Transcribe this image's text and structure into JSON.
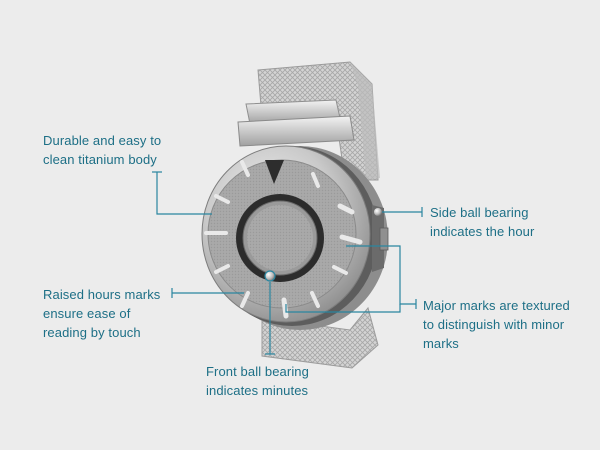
{
  "colors": {
    "background": "#ececec",
    "label_text": "#1d6f86",
    "leader_line": "#2a86a0",
    "metal_light": "#e6e6e6",
    "metal_mid": "#b9b9b9",
    "metal_dark": "#7a7a7a"
  },
  "annotations": [
    {
      "id": "body",
      "text": "Durable and easy to\nclean titanium body"
    },
    {
      "id": "side-ball",
      "text": "Side ball bearing\nindicates the hour"
    },
    {
      "id": "raised-marks",
      "text": "Raised hours marks\nensure ease of\nreading by touch"
    },
    {
      "id": "major-marks",
      "text": "Major marks are textured\nto distinguish with minor\nmarks"
    },
    {
      "id": "front-ball",
      "text": "Front ball bearing\nindicates minutes"
    }
  ]
}
